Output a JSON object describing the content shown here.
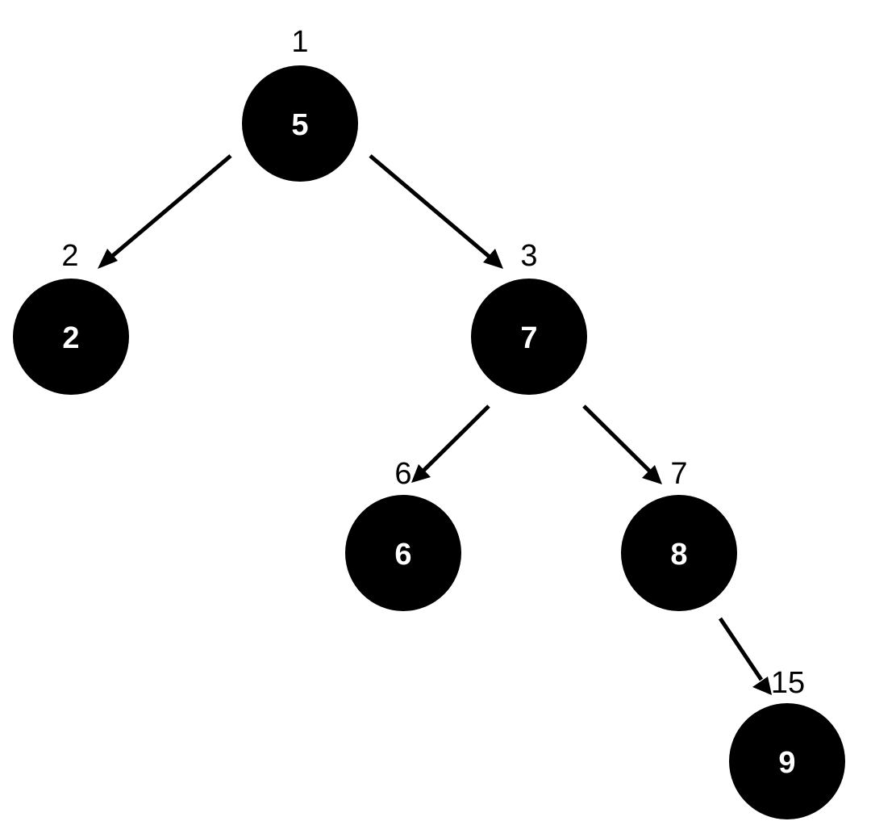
{
  "tree": {
    "nodes": [
      {
        "id": "n5",
        "value": "5",
        "order": "1"
      },
      {
        "id": "n2",
        "value": "2",
        "order": "2"
      },
      {
        "id": "n7",
        "value": "7",
        "order": "3"
      },
      {
        "id": "n6",
        "value": "6",
        "order": "6"
      },
      {
        "id": "n8",
        "value": "8",
        "order": "7"
      },
      {
        "id": "n9",
        "value": "9",
        "order": "15"
      }
    ],
    "edges": [
      {
        "from": "n5",
        "to": "n2"
      },
      {
        "from": "n5",
        "to": "n7"
      },
      {
        "from": "n7",
        "to": "n6"
      },
      {
        "from": "n7",
        "to": "n8"
      },
      {
        "from": "n8",
        "to": "n9"
      }
    ],
    "colors": {
      "node_fill": "#000000",
      "node_text": "#ffffff",
      "edge": "#000000",
      "order_label": "#000000"
    }
  }
}
